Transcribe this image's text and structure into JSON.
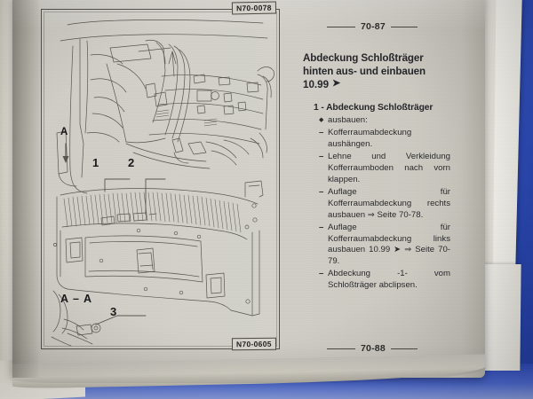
{
  "scene": {
    "background_color": "#2a46ad",
    "page_color": "#cecbc3",
    "description": "photograph of an open printed automotive workshop manual lying on a blue surface"
  },
  "page": {
    "header_page_number": "70-87",
    "footer_page_number": "70-88"
  },
  "figure": {
    "id_top": "N70-0078",
    "id_bottom": "N70-0605",
    "callouts": [
      {
        "label": "1"
      },
      {
        "label": "2"
      },
      {
        "label": "3"
      }
    ],
    "section_arrow_label": "A",
    "section_view_label": "A – A"
  },
  "content": {
    "title_line_1": "Abdeckung Schloßträger",
    "title_line_2": "hinten aus- und einbauen",
    "title_version": "10.99",
    "title_arrow_icon": "➤",
    "item_heading": "1 - Abdeckung Schloßträger",
    "steps": [
      {
        "marker": "◆",
        "marker_type": "diamond",
        "text": "ausbauen:"
      },
      {
        "marker": "–",
        "marker_type": "dash",
        "text": "Kofferraumabdeckung aushängen."
      },
      {
        "marker": "–",
        "marker_type": "dash",
        "text": "Lehne und Verkleidung Kofferraumboden nach vorn klappen."
      },
      {
        "marker": "–",
        "marker_type": "dash",
        "text": "Auflage für Kofferraumabdeckung rechts ausbauen ⇒ Seite 70-78."
      },
      {
        "marker": "–",
        "marker_type": "dash",
        "text": "Auflage für Kofferraumabdeckung links ausbauen 10.99 ➤ ⇒ Seite 70-79."
      },
      {
        "marker": "–",
        "marker_type": "dash",
        "text": "Abdeckung -1- vom Schloßträger abclipsen."
      }
    ]
  }
}
